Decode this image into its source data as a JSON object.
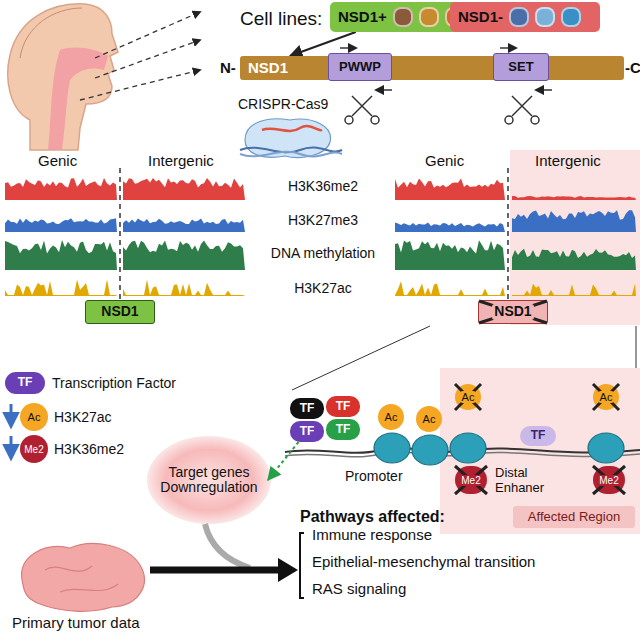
{
  "diagram": {
    "nodes": [
      {
        "text": [
          "NSD1+"
        ]
      },
      {
        "text": [
          "NSD1-"
        ]
      },
      {
        "text": [
          "NSD1"
        ]
      },
      {
        "text": [
          "PWWP"
        ],
        "in": 2
      },
      {
        "text": [
          "SET"
        ],
        "in": 2
      },
      {
        "text": [
          "NSD1"
        ]
      },
      {
        "text": [
          "NSD1"
        ]
      },
      {
        "text": [
          "TF"
        ]
      },
      {
        "text": [
          "Ac"
        ]
      },
      {
        "text": [
          "Me2"
        ]
      },
      {
        "text": [
          "TF"
        ]
      },
      {
        "text": [
          "TF"
        ]
      },
      {
        "text": [
          "TF"
        ]
      },
      {
        "text": [
          "TF"
        ]
      },
      {
        "text": [
          "Ac"
        ]
      },
      {
        "text": [
          "Ac"
        ]
      },
      {
        "text": [
          "Target genes Downregulation"
        ]
      },
      {
        "text": [
          "Ac"
        ]
      },
      {
        "text": [
          "TF"
        ]
      },
      {
        "text": [
          "Ac"
        ]
      },
      {
        "text": [
          "Me2"
        ]
      },
      {
        "text": [
          "Me2"
        ]
      },
      {
        "text": [
          "Affected Region"
        ]
      }
    ],
    "edges": [
      {
        "from": 0,
        "to": 2,
        "arrow": "to"
      },
      {
        "from": 12,
        "to": 16,
        "arrow": "to"
      }
    ],
    "labels": [
      "Cell lines:",
      "N-",
      "-C",
      "CRISPR-Cas9",
      "Genic",
      "Intergenic",
      "H3K36me2",
      "H3K27me3",
      "DNA methylation",
      "H3K27ac",
      "Genic",
      "Intergenic",
      "Transcription Factor",
      "H3K27ac",
      "H3K36me2",
      "Promoter",
      "Distal Enhaner",
      "Pathways affected:",
      "Immune response",
      "Epithelial-mesenchymal transition",
      "RAS signaling",
      "Primary tumor data"
    ]
  }
}
